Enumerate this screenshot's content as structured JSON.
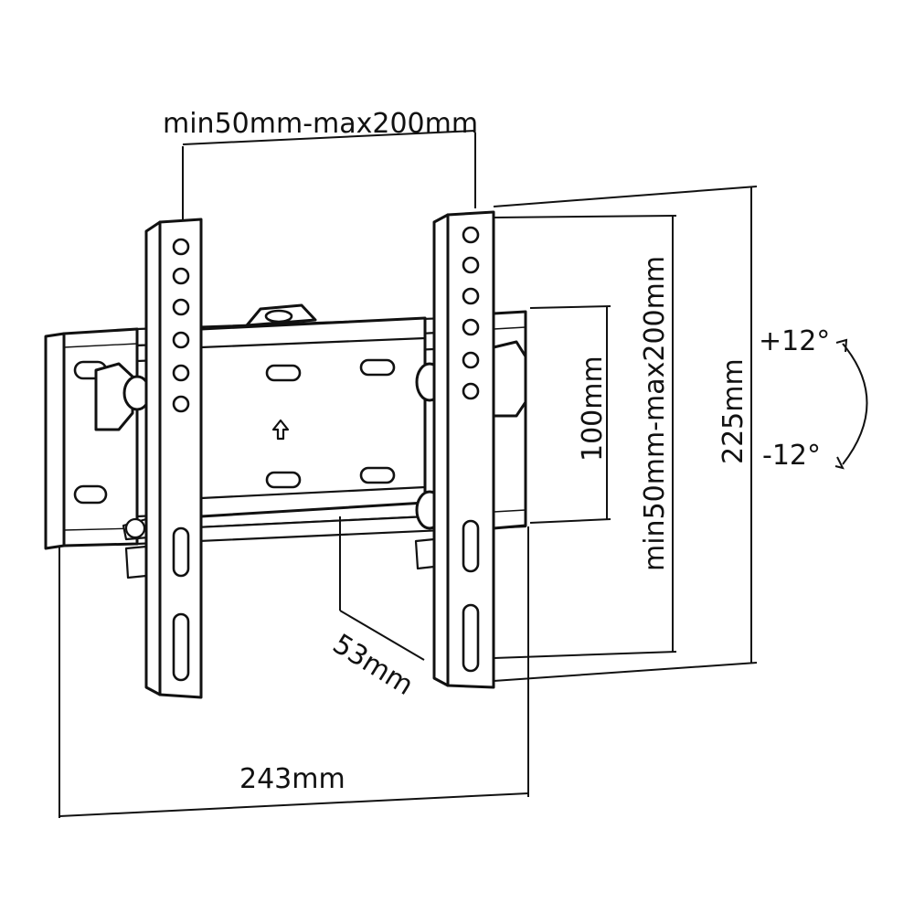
{
  "dimensions": {
    "vesa_horizontal": "min50mm-max200mm",
    "vesa_vertical": "min50mm-max200mm",
    "plate_height": "100mm",
    "arm_height": "225mm",
    "wall_depth": "53mm",
    "total_width": "243mm"
  },
  "tilt": {
    "up": "+12°",
    "down": "-12°"
  },
  "icons": {
    "arrow": "up-arrow-icon",
    "tilt_arrow": "curved-arrow-icon"
  }
}
